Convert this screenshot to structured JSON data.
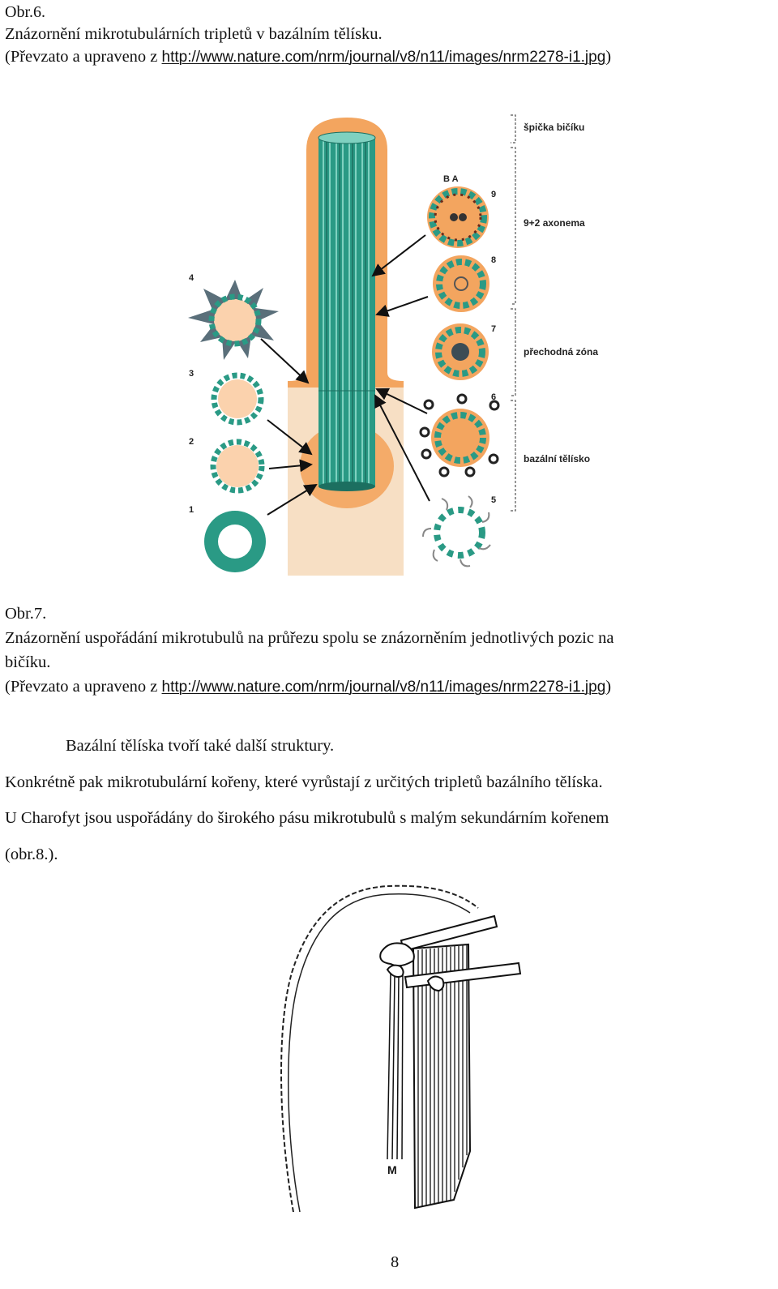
{
  "fig6": {
    "label": "Obr.6.",
    "title": "Znázornění mikrotubulárních tripletů v bazálním tělísku.",
    "source_prefix": "(Převzato a upraveno z ",
    "source_url": "http://www.nature.com/nrm/journal/v8/n11/images/nrm2278-i1.jpg",
    "source_suffix": ")"
  },
  "diagram": {
    "labels": {
      "tip": "špička bičíku",
      "axonema": "9+2 axonema",
      "transition": "přechodná zóna",
      "basal": "bazální tělísko",
      "ab": "B  A"
    },
    "numbers": [
      "1",
      "2",
      "3",
      "4",
      "5",
      "6",
      "7",
      "8",
      "9"
    ],
    "colors": {
      "teal": "#2a9a85",
      "tealDark": "#1c6f60",
      "orange": "#f3a55f",
      "peach": "#fbd2ad",
      "tan": "#f7dfc4"
    }
  },
  "fig7": {
    "label": "Obr.7.",
    "title_line1": "Znázornění uspořádání mikrotubulů na průřezu spolu se znázorněním jednotlivých pozic na",
    "title_line2": "bičíku.",
    "source_prefix": "(Převzato a upraveno z ",
    "source_url": "http://www.nature.com/nrm/journal/v8/n11/images/nrm2278-i1.jpg",
    "source_suffix": ")"
  },
  "body": {
    "p1": "Bazální tělíska tvoří také další struktury.",
    "p2": "Konkrétně pak mikrotubulární kořeny, které vyrůstají z určitých tripletů bazálního tělíska.",
    "p3_line1": "U Charofyt jsou uspořádány do širokého pásu mikrotubulů s malým sekundárním kořenem",
    "p3_line2": "(obr.8.)."
  },
  "fig8": {
    "marker": "M"
  },
  "page_number": "8"
}
